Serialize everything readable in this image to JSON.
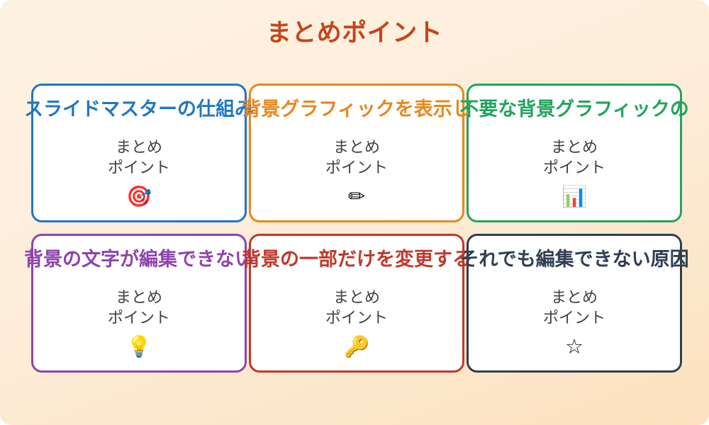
{
  "slide": {
    "title": "まとめポイント",
    "title_color": "#C8441A",
    "background_top": "#FEF3E3",
    "background_bottom": "#FCE2BE",
    "card_background": "#FFFFFF",
    "body_text_color": "#414141",
    "icon_color": "#111111"
  },
  "cards": [
    {
      "title": "スライドマスターの仕組み",
      "body": "まとめ\nポイント",
      "icon": "🎯",
      "icon_name": "target-icon",
      "accent": "#1F77C4"
    },
    {
      "title": "背景グラフィックを表示し",
      "body": "まとめ\nポイント",
      "icon": "✏",
      "icon_name": "pencil-icon",
      "accent": "#E8871E"
    },
    {
      "title": "不要な背景グラフィックの",
      "body": "まとめ\nポイント",
      "icon": "📊",
      "icon_name": "bar-chart-icon",
      "accent": "#22A45D"
    },
    {
      "title": "背景の文字が編集できない",
      "body": "まとめ\nポイント",
      "icon": "💡",
      "icon_name": "lightbulb-icon",
      "accent": "#8E44AD"
    },
    {
      "title": "背景の一部だけを変更する",
      "body": "まとめ\nポイント",
      "icon": "🔑",
      "icon_name": "key-icon",
      "accent": "#C0392B"
    },
    {
      "title": "それでも編集できない原因",
      "body": "まとめ\nポイント",
      "icon": "☆",
      "icon_name": "star-icon",
      "accent": "#2F3E52"
    }
  ]
}
